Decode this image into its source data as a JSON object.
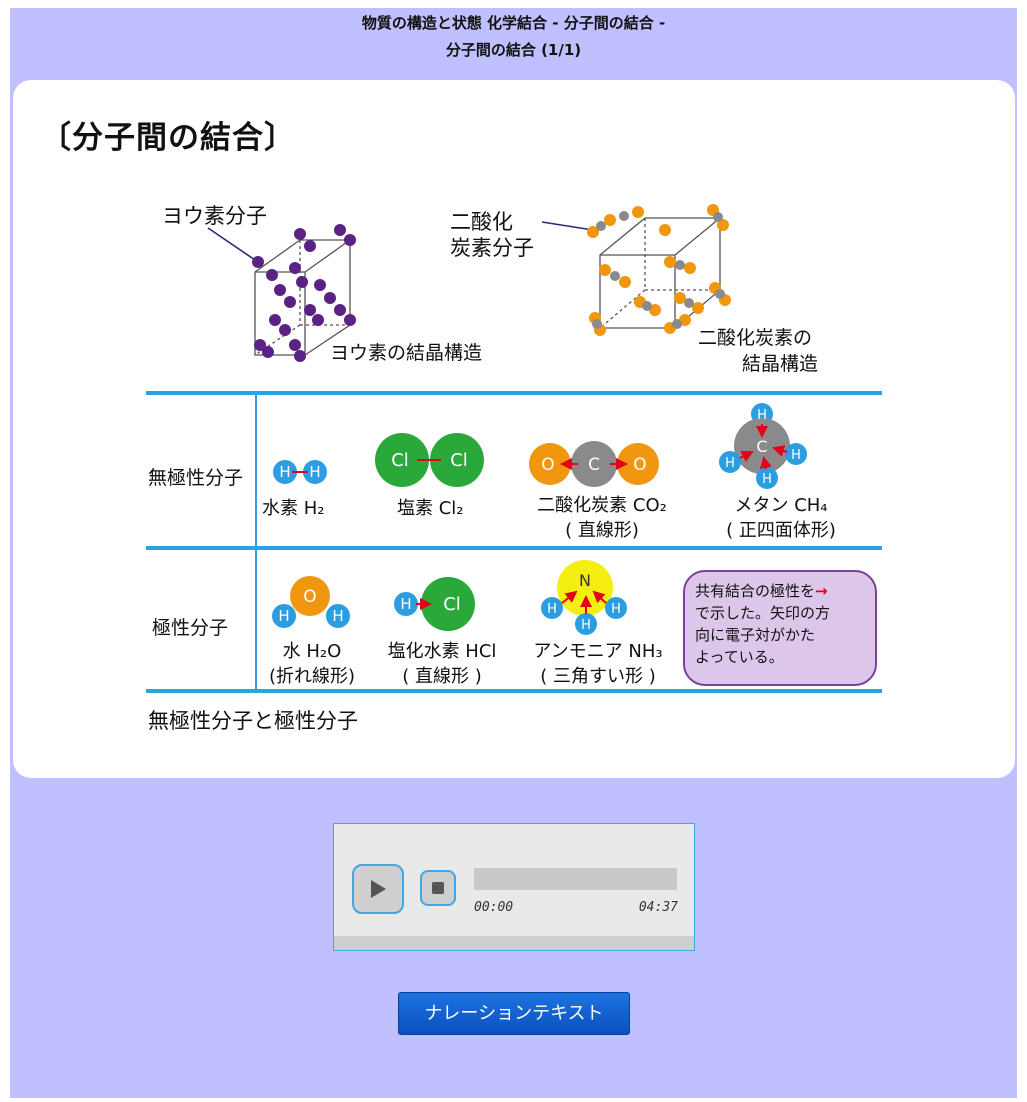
{
  "header": {
    "line1": "物質の構造と状態 化学結合 - 分子間の結合 -",
    "line2": "分子間の結合 (1/1)"
  },
  "slide": {
    "title": "〔分子間の結合〕",
    "iodine_label": "ヨウ素分子",
    "iodine_crystal_label": "ヨウ素の結晶構造",
    "co2_label_1": "二酸化",
    "co2_label_2": "炭素分子",
    "co2_crystal_label_1": "二酸化炭素の",
    "co2_crystal_label_2": "結晶構造",
    "nonpolar_row_label": "無極性分子",
    "polar_row_label": "極性分子",
    "molecules": {
      "h2": "水素 H₂",
      "cl2": "塩素 Cl₂",
      "co2_name": "二酸化炭素 CO₂",
      "co2_shape": "( 直線形)",
      "ch4_name": "メタン CH₄",
      "ch4_shape": "( 正四面体形)",
      "h2o_name": "水 H₂O",
      "h2o_shape": "(折れ線形)",
      "hcl_name": "塩化水素 HCl",
      "hcl_shape": "( 直線形 )",
      "nh3_name": "アンモニア NH₃",
      "nh3_shape": "( 三角すい形 )"
    },
    "atom_labels": {
      "h": "H",
      "cl": "Cl",
      "o": "O",
      "c": "C",
      "n": "N"
    },
    "note_line1": "共有結合の極性を",
    "note_line2": "で示した。矢印の方",
    "note_line3": "向に電子対がかた",
    "note_line4": "よっている。",
    "caption": "無極性分子と極性分子"
  },
  "player": {
    "current_time": "00:00",
    "duration": "04:37",
    "progress": 0
  },
  "narration_button": "ナレーションテキスト",
  "colors": {
    "background": "#c0bfff",
    "divider": "#2aa3e0",
    "iodine": "#5b2285",
    "co2_oxygen": "#f0960f",
    "carbon": "#8a8a8a",
    "hydrogen": "#2b9de0",
    "chlorine": "#2aa83a",
    "nitrogen": "#f4ef10",
    "arrow": "#e3001b"
  }
}
